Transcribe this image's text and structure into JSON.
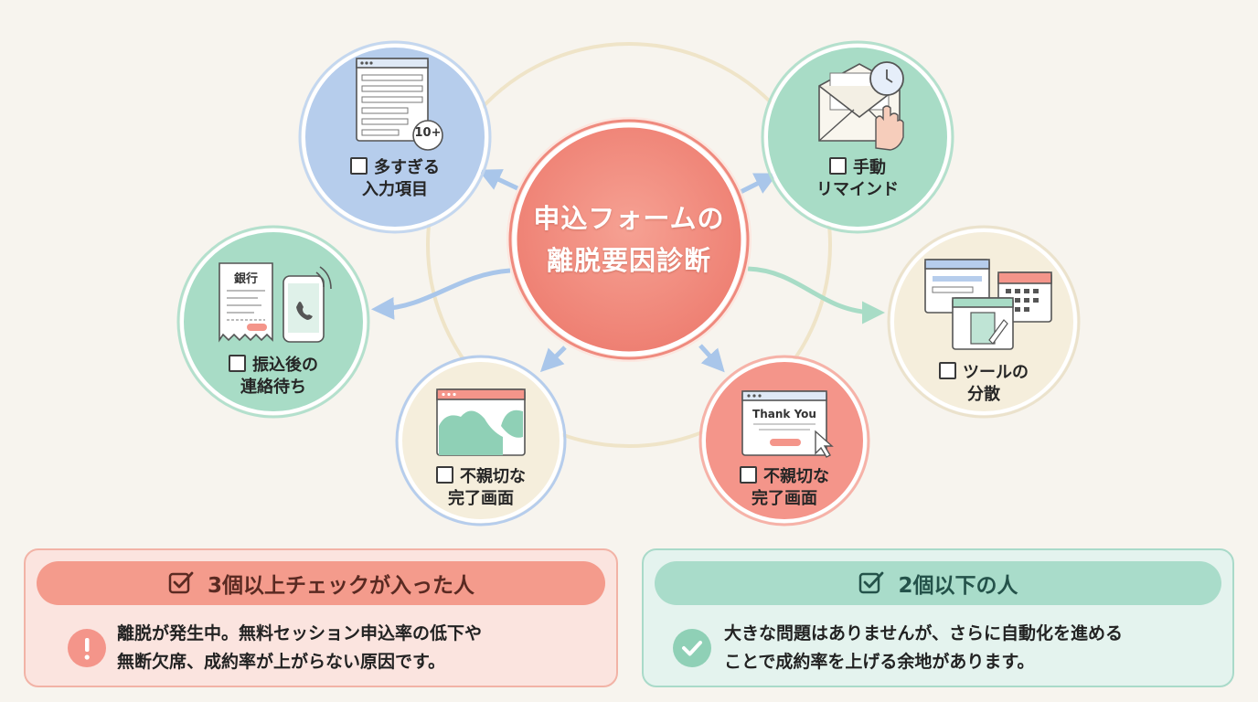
{
  "title_lines": [
    "申込フォームの",
    "離脱要因診断"
  ],
  "nodes": [
    {
      "lines": [
        "多すぎる",
        "入力項目"
      ],
      "badge": "10+"
    },
    {
      "lines": [
        "手動",
        "リマインド"
      ]
    },
    {
      "lines": [
        "振込後の",
        "連絡待ち"
      ],
      "receipt_text": "銀行"
    },
    {
      "lines": [
        "ツールの",
        "分散"
      ]
    },
    {
      "lines": [
        "不親切な",
        "完了画面"
      ]
    },
    {
      "lines": [
        "不親切な",
        "完了画面"
      ],
      "screen_text": "Thank You"
    }
  ],
  "panels": {
    "left": {
      "heading": "3個以上チェックが入った人",
      "icon": "exclamation-icon",
      "lines": [
        "離脱が発生中。無料セッション申込率の低下や",
        "無断欠席、成約率が上がらない原因です。"
      ]
    },
    "right": {
      "heading": "2個以下の人",
      "icon": "check-icon",
      "lines": [
        "大きな問題はありませんが、さらに自動化を進める",
        "ことで成約率を上げる余地があります。"
      ]
    }
  },
  "colors": {
    "coral": "#f4958a",
    "blue": "#b6cdec",
    "green": "#a8dcc6",
    "cream": "#f5eedc",
    "arrow": "#a9c6ea"
  }
}
